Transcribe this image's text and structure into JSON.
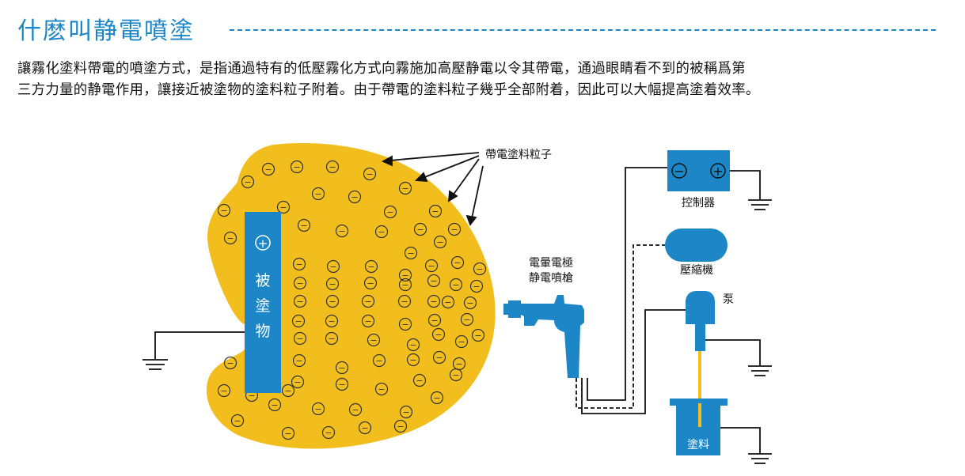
{
  "title": "什麽叫静電噴塗",
  "intro": {
    "line1": "讓霧化塗料帶電的噴塗方式，是指通過特有的低壓霧化方式向霧施加高壓静電以令其帶電，通過眼睛看不到的被稱爲第",
    "line2": "三方力量的静電作用，讓接近被塗物的塗料粒子附着。由于帶電的塗料粒子幾乎全部附着，因此可以大幅提高塗着效率。"
  },
  "diagram": {
    "particle_label": "帶電塗料粒子",
    "particle_charge": "−",
    "workpiece": {
      "charge": "+",
      "chars": [
        "被",
        "塗",
        "物"
      ]
    },
    "controller": {
      "label": "控制器",
      "minus": "−",
      "plus": "+"
    },
    "compressor_label": "壓縮機",
    "pump_label": "泵",
    "gun_label_line1": "電暈電極",
    "gun_label_line2": "静電噴槍",
    "paint_label": "塗料"
  },
  "colors": {
    "title_blue": "#1c86c6",
    "cloud_yellow": "#f2be1e",
    "device_blue": "#1c86c6",
    "paint_line": "#f2be1e"
  }
}
